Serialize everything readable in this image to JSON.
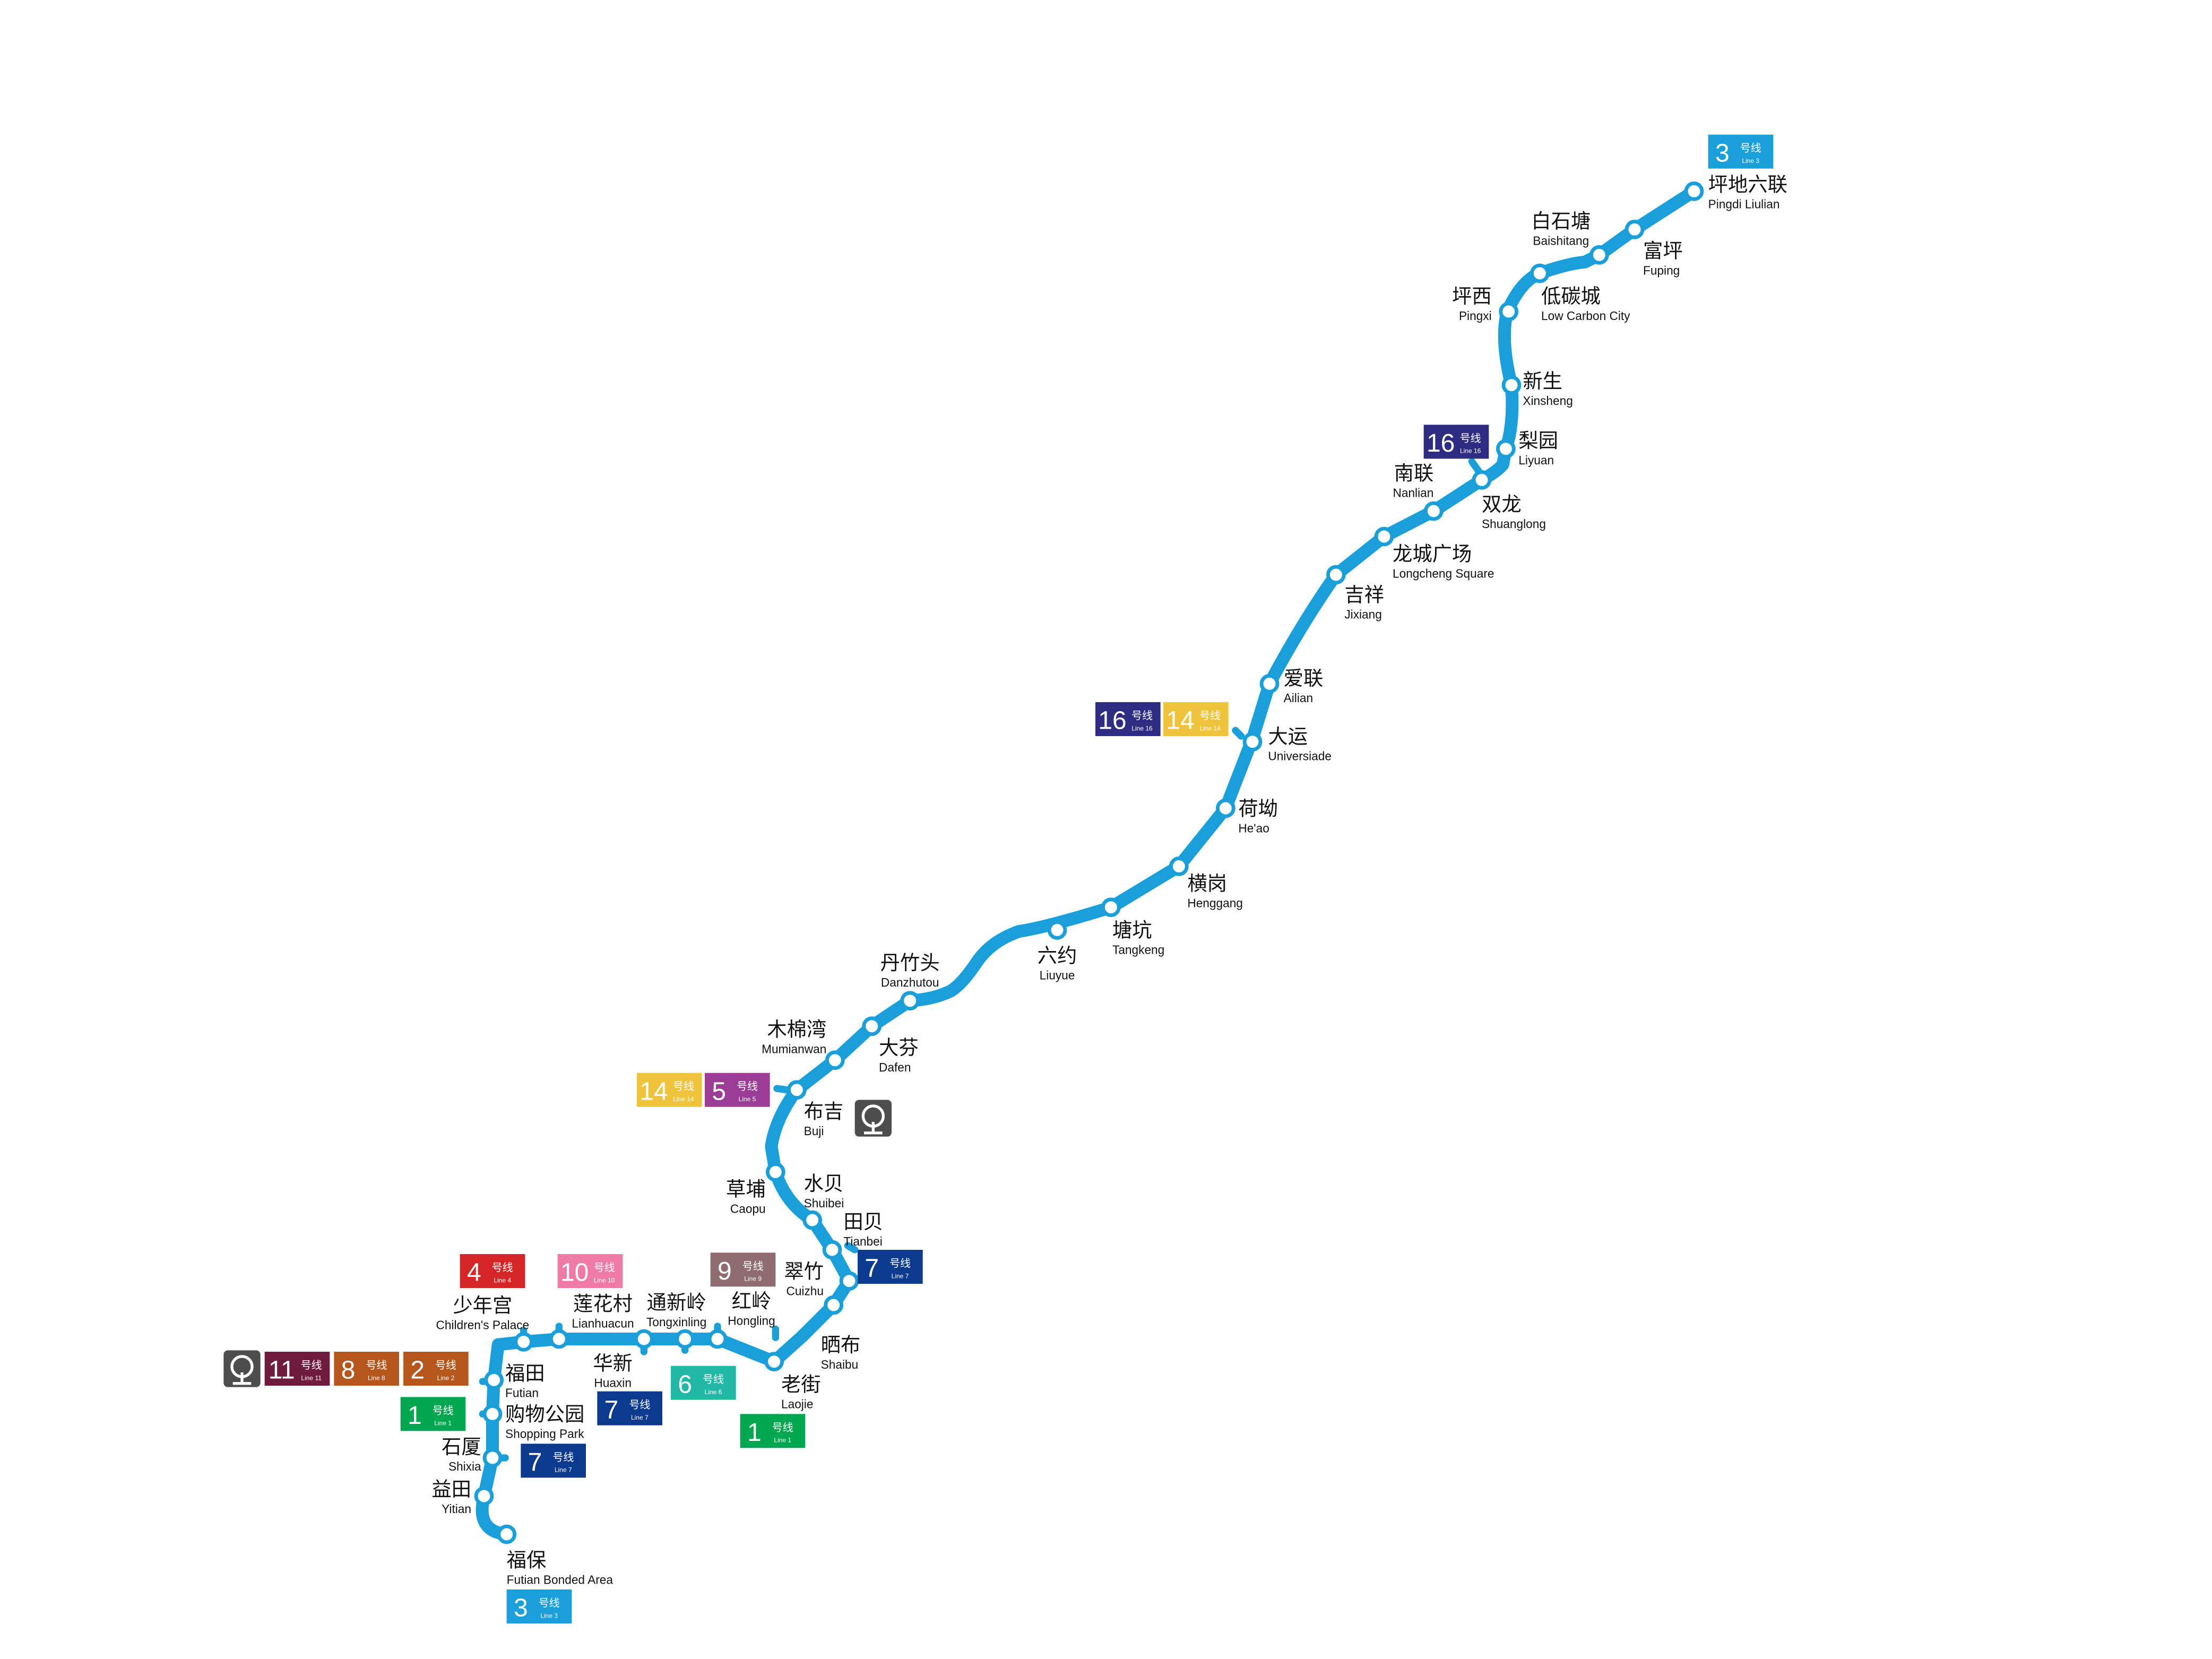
{
  "map": {
    "line": {
      "number": "3",
      "text_zh": "号线",
      "text_en": "Line 3",
      "color": "#1a9fdb"
    },
    "stations": [
      {
        "zh": "坪地六联",
        "en": "Pingdi Liulian"
      },
      {
        "zh": "富坪",
        "en": "Fuping"
      },
      {
        "zh": "白石塘",
        "en": "Baishitang"
      },
      {
        "zh": "低碳城",
        "en": "Low Carbon City"
      },
      {
        "zh": "坪西",
        "en": "Pingxi"
      },
      {
        "zh": "新生",
        "en": "Xinsheng"
      },
      {
        "zh": "梨园",
        "en": "Liyuan"
      },
      {
        "zh": "双龙",
        "en": "Shuanglong"
      },
      {
        "zh": "南联",
        "en": "Nanlian"
      },
      {
        "zh": "龙城广场",
        "en": "Longcheng Square"
      },
      {
        "zh": "吉祥",
        "en": "Jixiang"
      },
      {
        "zh": "爱联",
        "en": "Ailian"
      },
      {
        "zh": "大运",
        "en": "Universiade"
      },
      {
        "zh": "荷坳",
        "en": "He'ao"
      },
      {
        "zh": "横岗",
        "en": "Henggang"
      },
      {
        "zh": "塘坑",
        "en": "Tangkeng"
      },
      {
        "zh": "六约",
        "en": "Liuyue"
      },
      {
        "zh": "丹竹头",
        "en": "Danzhutou"
      },
      {
        "zh": "大芬",
        "en": "Dafen"
      },
      {
        "zh": "木棉湾",
        "en": "Mumianwan"
      },
      {
        "zh": "布吉",
        "en": "Buji"
      },
      {
        "zh": "草埔",
        "en": "Caopu"
      },
      {
        "zh": "水贝",
        "en": "Shuibei"
      },
      {
        "zh": "田贝",
        "en": "Tianbei"
      },
      {
        "zh": "翠竹",
        "en": "Cuizhu"
      },
      {
        "zh": "晒布",
        "en": "Shaibu"
      },
      {
        "zh": "老街",
        "en": "Laojie"
      },
      {
        "zh": "红岭",
        "en": "Hongling"
      },
      {
        "zh": "通新岭",
        "en": "Tongxinling"
      },
      {
        "zh": "华新",
        "en": "Huaxin"
      },
      {
        "zh": "莲花村",
        "en": "Lianhuacun"
      },
      {
        "zh": "少年宫",
        "en": "Children's Palace"
      },
      {
        "zh": "福田",
        "en": "Futian"
      },
      {
        "zh": "购物公园",
        "en": "Shopping Park"
      },
      {
        "zh": "石厦",
        "en": "Shixia"
      },
      {
        "zh": "益田",
        "en": "Yitian"
      },
      {
        "zh": "福保",
        "en": "Futian Bonded Area"
      }
    ],
    "transfer_badges": [
      {
        "number": "3",
        "text_zh": "号线",
        "text_en": "Line 3",
        "color": "#1a9fdb"
      },
      {
        "number": "16",
        "text_zh": "号线",
        "text_en": "Line 16",
        "color": "#2e2c82"
      },
      {
        "number": "16",
        "text_zh": "号线",
        "text_en": "Line 16",
        "color": "#2e2c82"
      },
      {
        "number": "14",
        "text_zh": "号线",
        "text_en": "Line 14",
        "color": "#f0c33c"
      },
      {
        "number": "14",
        "text_zh": "号线",
        "text_en": "Line 14",
        "color": "#f0c33c"
      },
      {
        "number": "5",
        "text_zh": "号线",
        "text_en": "Line 5",
        "color": "#9b3d96"
      },
      {
        "number": "7",
        "text_zh": "号线",
        "text_en": "Line 7",
        "color": "#0c3a8e"
      },
      {
        "number": "9",
        "text_zh": "号线",
        "text_en": "Line 9",
        "color": "#8e6c70"
      },
      {
        "number": "4",
        "text_zh": "号线",
        "text_en": "Line 4",
        "color": "#d62527"
      },
      {
        "number": "10",
        "text_zh": "号线",
        "text_en": "Line 10",
        "color": "#ef7aa3"
      },
      {
        "number": "11",
        "text_zh": "号线",
        "text_en": "Line 11",
        "color": "#6e1b3e"
      },
      {
        "number": "8",
        "text_zh": "号线",
        "text_en": "Line 8",
        "color": "#b5561d"
      },
      {
        "number": "2",
        "text_zh": "号线",
        "text_en": "Line 2",
        "color": "#b5561d"
      },
      {
        "number": "1",
        "text_zh": "号线",
        "text_en": "Line 1",
        "color": "#00a650"
      },
      {
        "number": "7",
        "text_zh": "号线",
        "text_en": "Line 7",
        "color": "#0c3a8e"
      },
      {
        "number": "6",
        "text_zh": "号线",
        "text_en": "Line 6",
        "color": "#21b9a6"
      },
      {
        "number": "1",
        "text_zh": "号线",
        "text_en": "Line 1",
        "color": "#00a650"
      },
      {
        "number": "7",
        "text_zh": "号线",
        "text_en": "Line 7",
        "color": "#0c3a8e"
      },
      {
        "number": "3",
        "text_zh": "号线",
        "text_en": "Line 3",
        "color": "#1a9fdb"
      }
    ],
    "rail_icons": [
      "railway-station-icon",
      "railway-station-icon"
    ]
  }
}
